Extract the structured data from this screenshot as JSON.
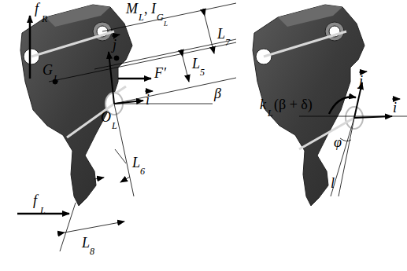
{
  "diagram": {
    "labels": [
      "f",
      "R",
      "M",
      "L",
      ",",
      "I",
      "G",
      "L",
      "j",
      "G",
      "L",
      "F′",
      "L",
      "7",
      "L",
      "5",
      "β",
      "O",
      "L",
      "i",
      "L",
      "6",
      "f",
      "L",
      "L",
      "8",
      "j",
      "i",
      "k",
      "L",
      "(β + δ)",
      "φ",
      "l"
    ]
  }
}
